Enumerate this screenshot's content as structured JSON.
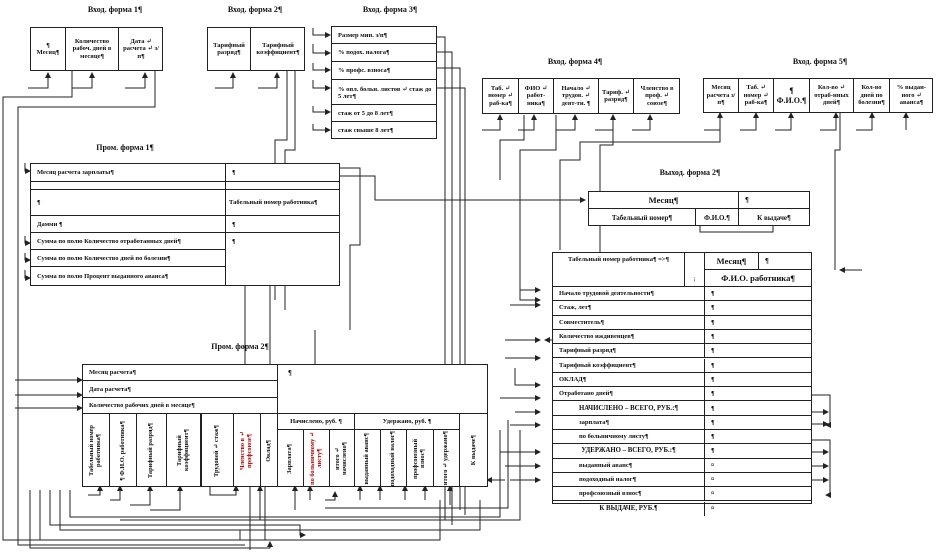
{
  "input_form_1": {
    "title": "Вход. форма 1¶",
    "cells": [
      "¶\nМесяц¶",
      "Количество рабоч. дней в месяце¶",
      "Дата ↵ расчета ↵ з/п¶"
    ]
  },
  "input_form_2": {
    "title": "Вход. форма 2¶",
    "cells": [
      "Тарифный разряд¶",
      "Тарифный коэффициент¶"
    ]
  },
  "input_form_3": {
    "title": "Вход. форма 3¶",
    "rows": [
      "Размер мин. з/п¶",
      "% подох. налога¶",
      "% профс. взноса¶",
      "% опл. больн. листов ↵ стаж до 5 лет¶",
      "стаж от 5 до 8 лет¶",
      "стаж свыше 8 лет¶"
    ]
  },
  "input_form_4": {
    "title": "Вход. форма 4¶",
    "cells": [
      "Таб. ↵ номер ↵ раб-ка¶",
      "ФИО ↵ работ- ника¶",
      "Начало ↵ трудов. ↵ деят-ти. ¶",
      "Тариф. ↵ разряд¶",
      "Членство в проф. ↵ союзе¶"
    ]
  },
  "input_form_5": {
    "title": "Вход. форма 5¶",
    "cells": [
      "Месяц расчета з/п¶",
      "Таб. ↵ номер ↵ раб-ка¶",
      "¶ Ф.И.О.¶",
      "Кол-во ↵ отраб-нных дней¶",
      "Кол-во дней по болезни¶",
      "% выдан- ного ↵ аванса¶"
    ]
  },
  "interim_form_1": {
    "title": "Пром. форма 1¶",
    "rows": [
      {
        "label": "Месяц расчета зарплаты¶",
        "value": "¶"
      },
      {
        "label": "",
        "value": ""
      },
      {
        "label": "¶",
        "value": "Табельный номер работника¶"
      },
      {
        "label": "Дамми ¶",
        "value": "¶"
      },
      {
        "label": "Сумма по полю Количество отработанных дней¶",
        "value": "¶"
      },
      {
        "label": "Сумма по полю Количество дней по болезни¶",
        "value": ""
      },
      {
        "label": "Сумма по полю Процент выданного аванса¶",
        "value": ""
      }
    ]
  },
  "interim_form_2": {
    "title": "Пром. форма 2¶",
    "header_rows": [
      "Месяц расчета¶",
      "Дата расчета¶",
      "Количество рабочих дней в месяце¶"
    ],
    "header_value": "¶",
    "columns": [
      "Табельный номер работника¶",
      "¶ Ф.И.О. работника¶",
      "Тарифный разряд¶",
      "Тарифный коэффициент¶",
      "Трудовой ↵ стаж¶",
      "Членство в ↵ профсоюзе¶",
      "Оклад¶"
    ],
    "accrued_group": "Начислено, руб. ¶",
    "accrued_columns": [
      "Зарплата¶",
      "по больничному ↵ листу¶",
      "итого ↵ начислено¶"
    ],
    "withheld_group": "Удержано, руб. ¶",
    "withheld_columns": [
      "выданный аванс¶",
      "подоходный налог¶",
      "профсоюзный взнос¶",
      "итого ↵ удержано¶"
    ],
    "payout_column": "К выдаче¶"
  },
  "output_form_2": {
    "title": "Выход. форма 2¶",
    "header_month": "Месяц¶",
    "header_value": "¶",
    "columns": [
      "Табельный номер¶",
      "Ф.И.О.¶",
      "К выдаче¶"
    ]
  },
  "output_form_1": {
    "header": {
      "tab_number": "Табельный номер работника¶ =>¶",
      "small_mark": "¡",
      "month": "Месяц¶",
      "month_value": "¶",
      "fio": "Ф.И.О. работника¶"
    },
    "rows": [
      {
        "label": "Начало трудовой деятельности¶",
        "value": "¶",
        "style": "normal"
      },
      {
        "label": "Стаж, лет¶",
        "value": "¶",
        "style": "normal"
      },
      {
        "label": "Совместитель¶",
        "value": "¶",
        "style": "normal"
      },
      {
        "label": "Количество иждивенцев¶",
        "value": "¶",
        "style": "normal"
      },
      {
        "label": "Тарифный разряд¶",
        "value": "¶",
        "style": "normal"
      },
      {
        "label": "Тарифный коэффициент¶",
        "value": "¶",
        "style": "normal"
      },
      {
        "label": "ОКЛАД¶",
        "value": "¶",
        "style": "normal"
      },
      {
        "label": "Отработано дней¶",
        "value": "¶",
        "style": "normal"
      },
      {
        "label": "НАЧИСЛЕНО – ВСЕГО, РУБ.:¶",
        "value": "¶",
        "style": "total"
      },
      {
        "label": "зарплата¶",
        "value": "¶",
        "style": "sub"
      },
      {
        "label": "по больничному листу¶",
        "value": "¶",
        "style": "sub"
      },
      {
        "label": "УДЕРЖАНО – ВСЕГО, РУБ.:¶",
        "value": "¶",
        "style": "total"
      },
      {
        "label": "выданный аванс¶",
        "value": "¤",
        "style": "sub"
      },
      {
        "label": "подоходный налог¶",
        "value": "¤",
        "style": "sub"
      },
      {
        "label": "профсоюзный взнос¶",
        "value": "¤",
        "style": "sub"
      },
      {
        "label": "К ВЫДАЧЕ, РУБ.¶",
        "value": "¤",
        "style": "total"
      }
    ]
  },
  "colors": {
    "line": "#222222",
    "text": "#111111",
    "accent_red": "#bb0000",
    "background": "#ffffff"
  }
}
